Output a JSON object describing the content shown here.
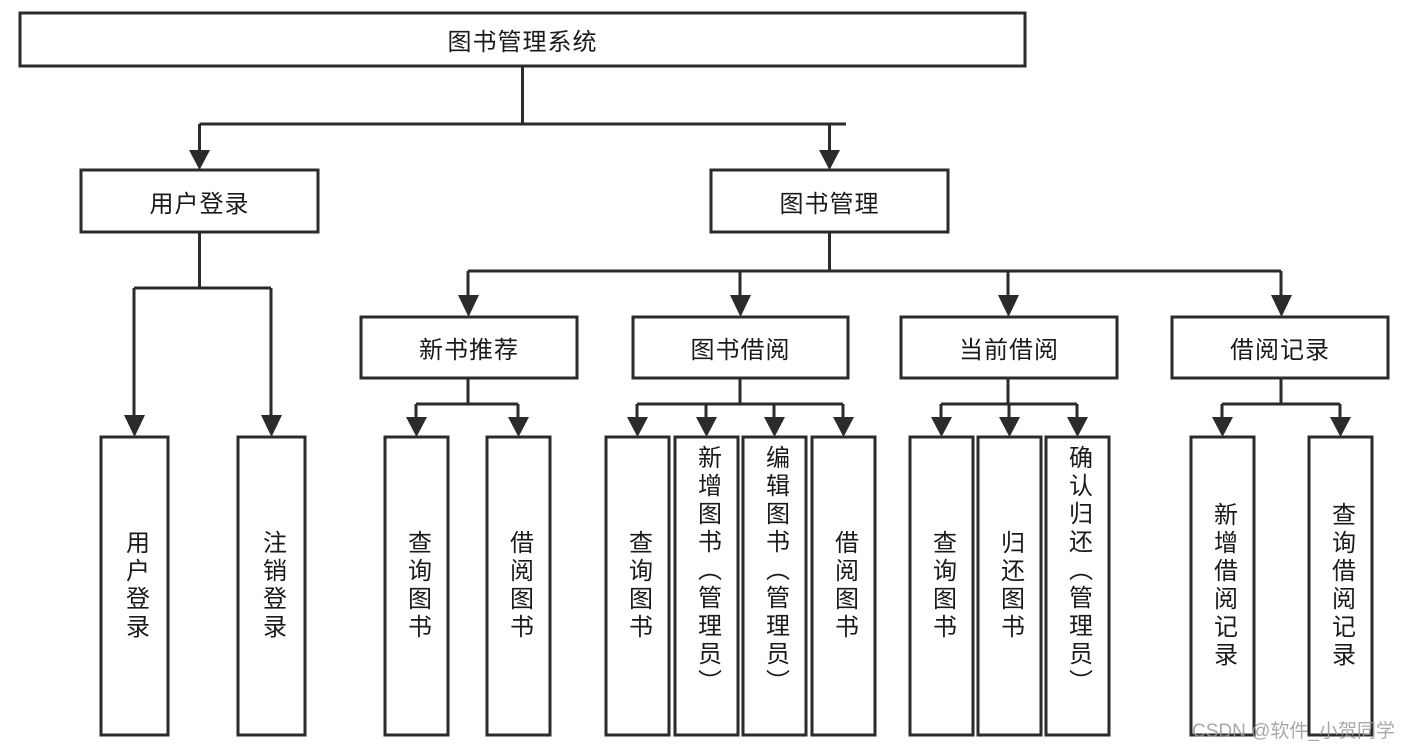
{
  "diagram": {
    "type": "tree-hierarchy",
    "title": "图书管理系统",
    "watermark": "CSDN @软件_小贺同学",
    "root": {
      "id": "root",
      "label": "图书管理系统"
    },
    "level2": [
      {
        "id": "user-login",
        "label": "用户登录"
      },
      {
        "id": "book-manage",
        "label": "图书管理"
      }
    ],
    "level3": [
      {
        "id": "new-book-recommend",
        "label": "新书推荐",
        "parent": "book-manage"
      },
      {
        "id": "book-borrow",
        "label": "图书借阅",
        "parent": "book-manage"
      },
      {
        "id": "current-borrow",
        "label": "当前借阅",
        "parent": "book-manage"
      },
      {
        "id": "borrow-record",
        "label": "借阅记录",
        "parent": "book-manage"
      }
    ],
    "leaves": [
      {
        "id": "leaf-user-login",
        "label": "用户登录",
        "parent": "user-login"
      },
      {
        "id": "leaf-logout-login",
        "label": "注销登录",
        "parent": "user-login"
      },
      {
        "id": "leaf-query-book-1",
        "label": "查询图书",
        "parent": "new-book-recommend"
      },
      {
        "id": "leaf-borrow-book-1",
        "label": "借阅图书",
        "parent": "new-book-recommend"
      },
      {
        "id": "leaf-query-book-2",
        "label": "查询图书",
        "parent": "book-borrow"
      },
      {
        "id": "leaf-add-book",
        "label": "新增图书（管理员）",
        "parent": "book-borrow"
      },
      {
        "id": "leaf-edit-book",
        "label": "编辑图书（管理员）",
        "parent": "book-borrow"
      },
      {
        "id": "leaf-borrow-book-2",
        "label": "借阅图书",
        "parent": "book-borrow"
      },
      {
        "id": "leaf-query-book-3",
        "label": "查询图书",
        "parent": "current-borrow"
      },
      {
        "id": "leaf-return-book",
        "label": "归还图书",
        "parent": "current-borrow"
      },
      {
        "id": "leaf-confirm-return",
        "label": "确认归还（管理员）",
        "parent": "current-borrow"
      },
      {
        "id": "leaf-add-record",
        "label": "新增借阅记录",
        "parent": "borrow-record"
      },
      {
        "id": "leaf-query-record",
        "label": "查询借阅记录",
        "parent": "borrow-record"
      }
    ],
    "colors": {
      "stroke": "#2b2b2b",
      "fill": "#ffffff",
      "text": "#1a1a1a",
      "watermark": "#9a9a9a",
      "background": "#ffffff"
    }
  }
}
